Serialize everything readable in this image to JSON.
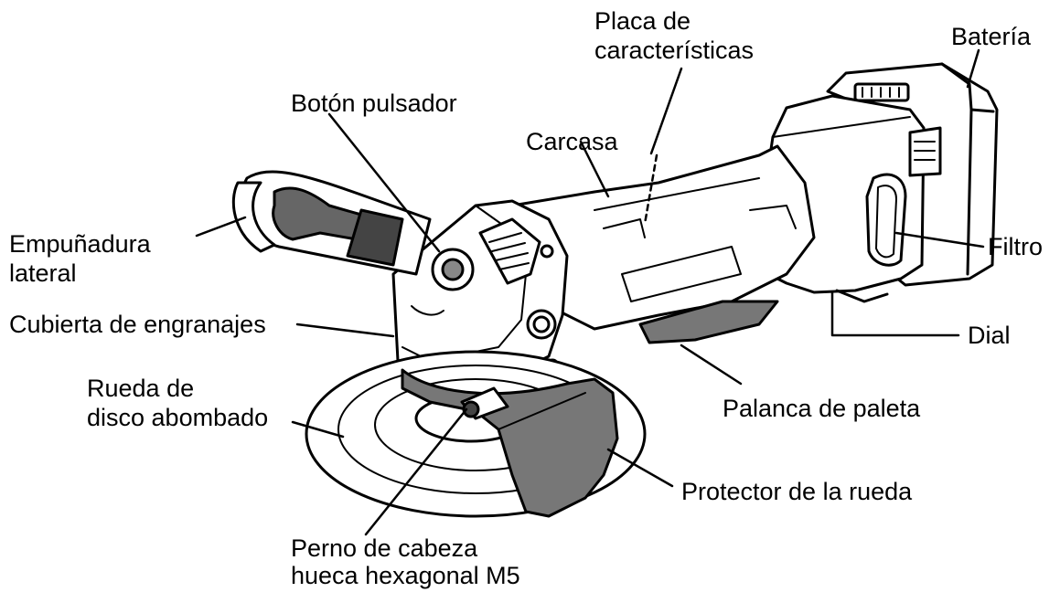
{
  "labels": {
    "placa_line1": "Placa de",
    "placa_line2": "características",
    "bateria": "Batería",
    "boton": "Botón pulsador",
    "carcasa": "Carcasa",
    "empunadura_line1": "Empuñadura",
    "empunadura_line2": "lateral",
    "filtro": "Filtro",
    "cubierta": "Cubierta de engranajes",
    "dial": "Dial",
    "rueda_line1": "Rueda de",
    "rueda_line2": "disco abombado",
    "palanca": "Palanca de paleta",
    "protector": "Protector de la rueda",
    "perno_line1": "Perno de cabeza",
    "perno_line2": "hueca hexagonal M5"
  }
}
